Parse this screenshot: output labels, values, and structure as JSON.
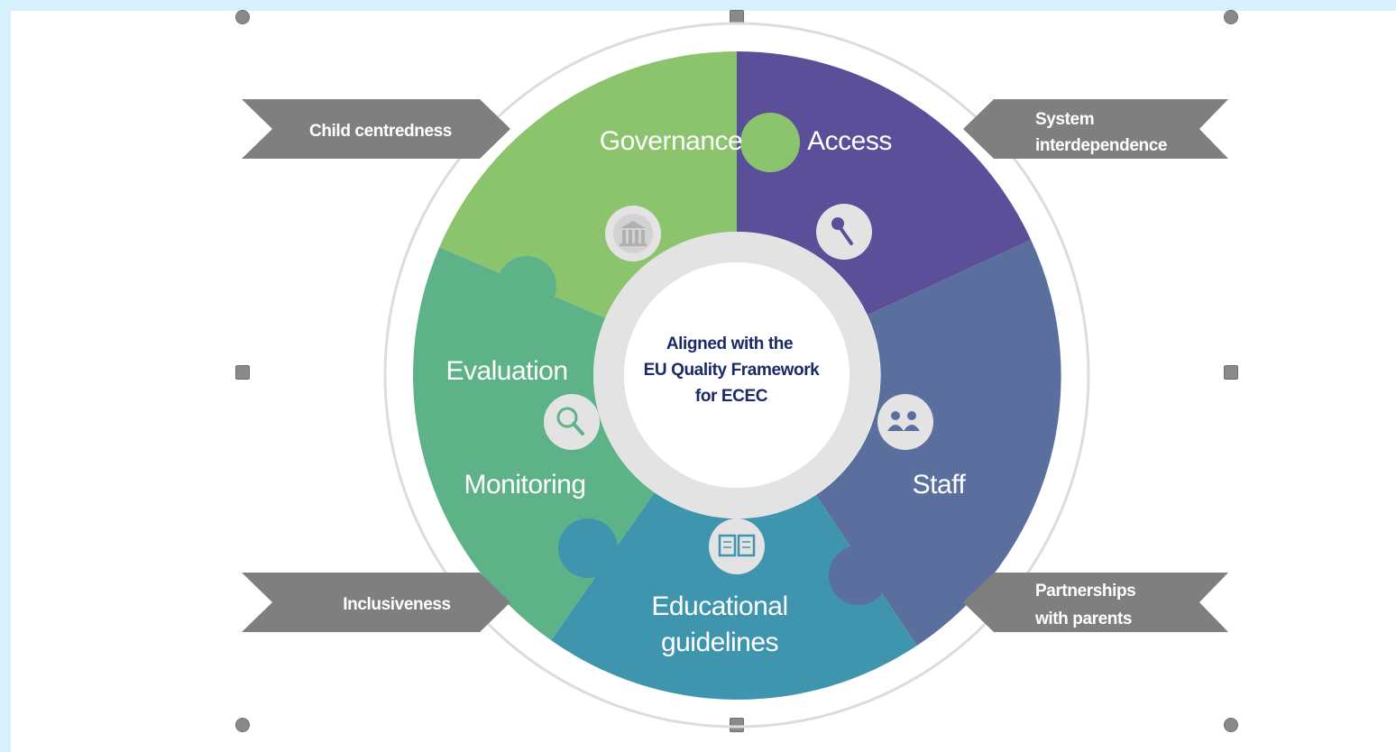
{
  "center": {
    "line1": "Aligned with the",
    "line2": "EU Quality Framework",
    "line3": "for ECEC"
  },
  "segments": {
    "governance": {
      "label": "Governance",
      "color": "#8cc46e",
      "icon": "building-columns-icon"
    },
    "access": {
      "label": "Access",
      "color": "#5b4f9a",
      "icon": "key-icon"
    },
    "staff": {
      "label": "Staff",
      "color": "#5a6f9e",
      "icon": "people-icon"
    },
    "educational_guidelines": {
      "line1": "Educational",
      "line2": "guidelines",
      "color": "#3f95ad",
      "icon": "open-book-icon"
    },
    "monitoring_evaluation": {
      "line1": "Evaluation",
      "line2": "Monitoring",
      "color": "#5db387",
      "icon": "magnifier-icon"
    }
  },
  "tags": {
    "child_centredness": "Child centredness",
    "system_interdependence": {
      "line1": "System",
      "line2": "interdependence"
    },
    "inclusiveness": "Inclusiveness",
    "partnerships_with_parents": {
      "line1": "Partnerships",
      "line2": "with parents"
    }
  },
  "colors": {
    "page_background": "#d6f1fb",
    "tag_fill": "#7f7f7f",
    "inner_ring": "#e3e3e3",
    "outer_ring": "#dcdcdc",
    "center_text": "#1a2a66"
  }
}
